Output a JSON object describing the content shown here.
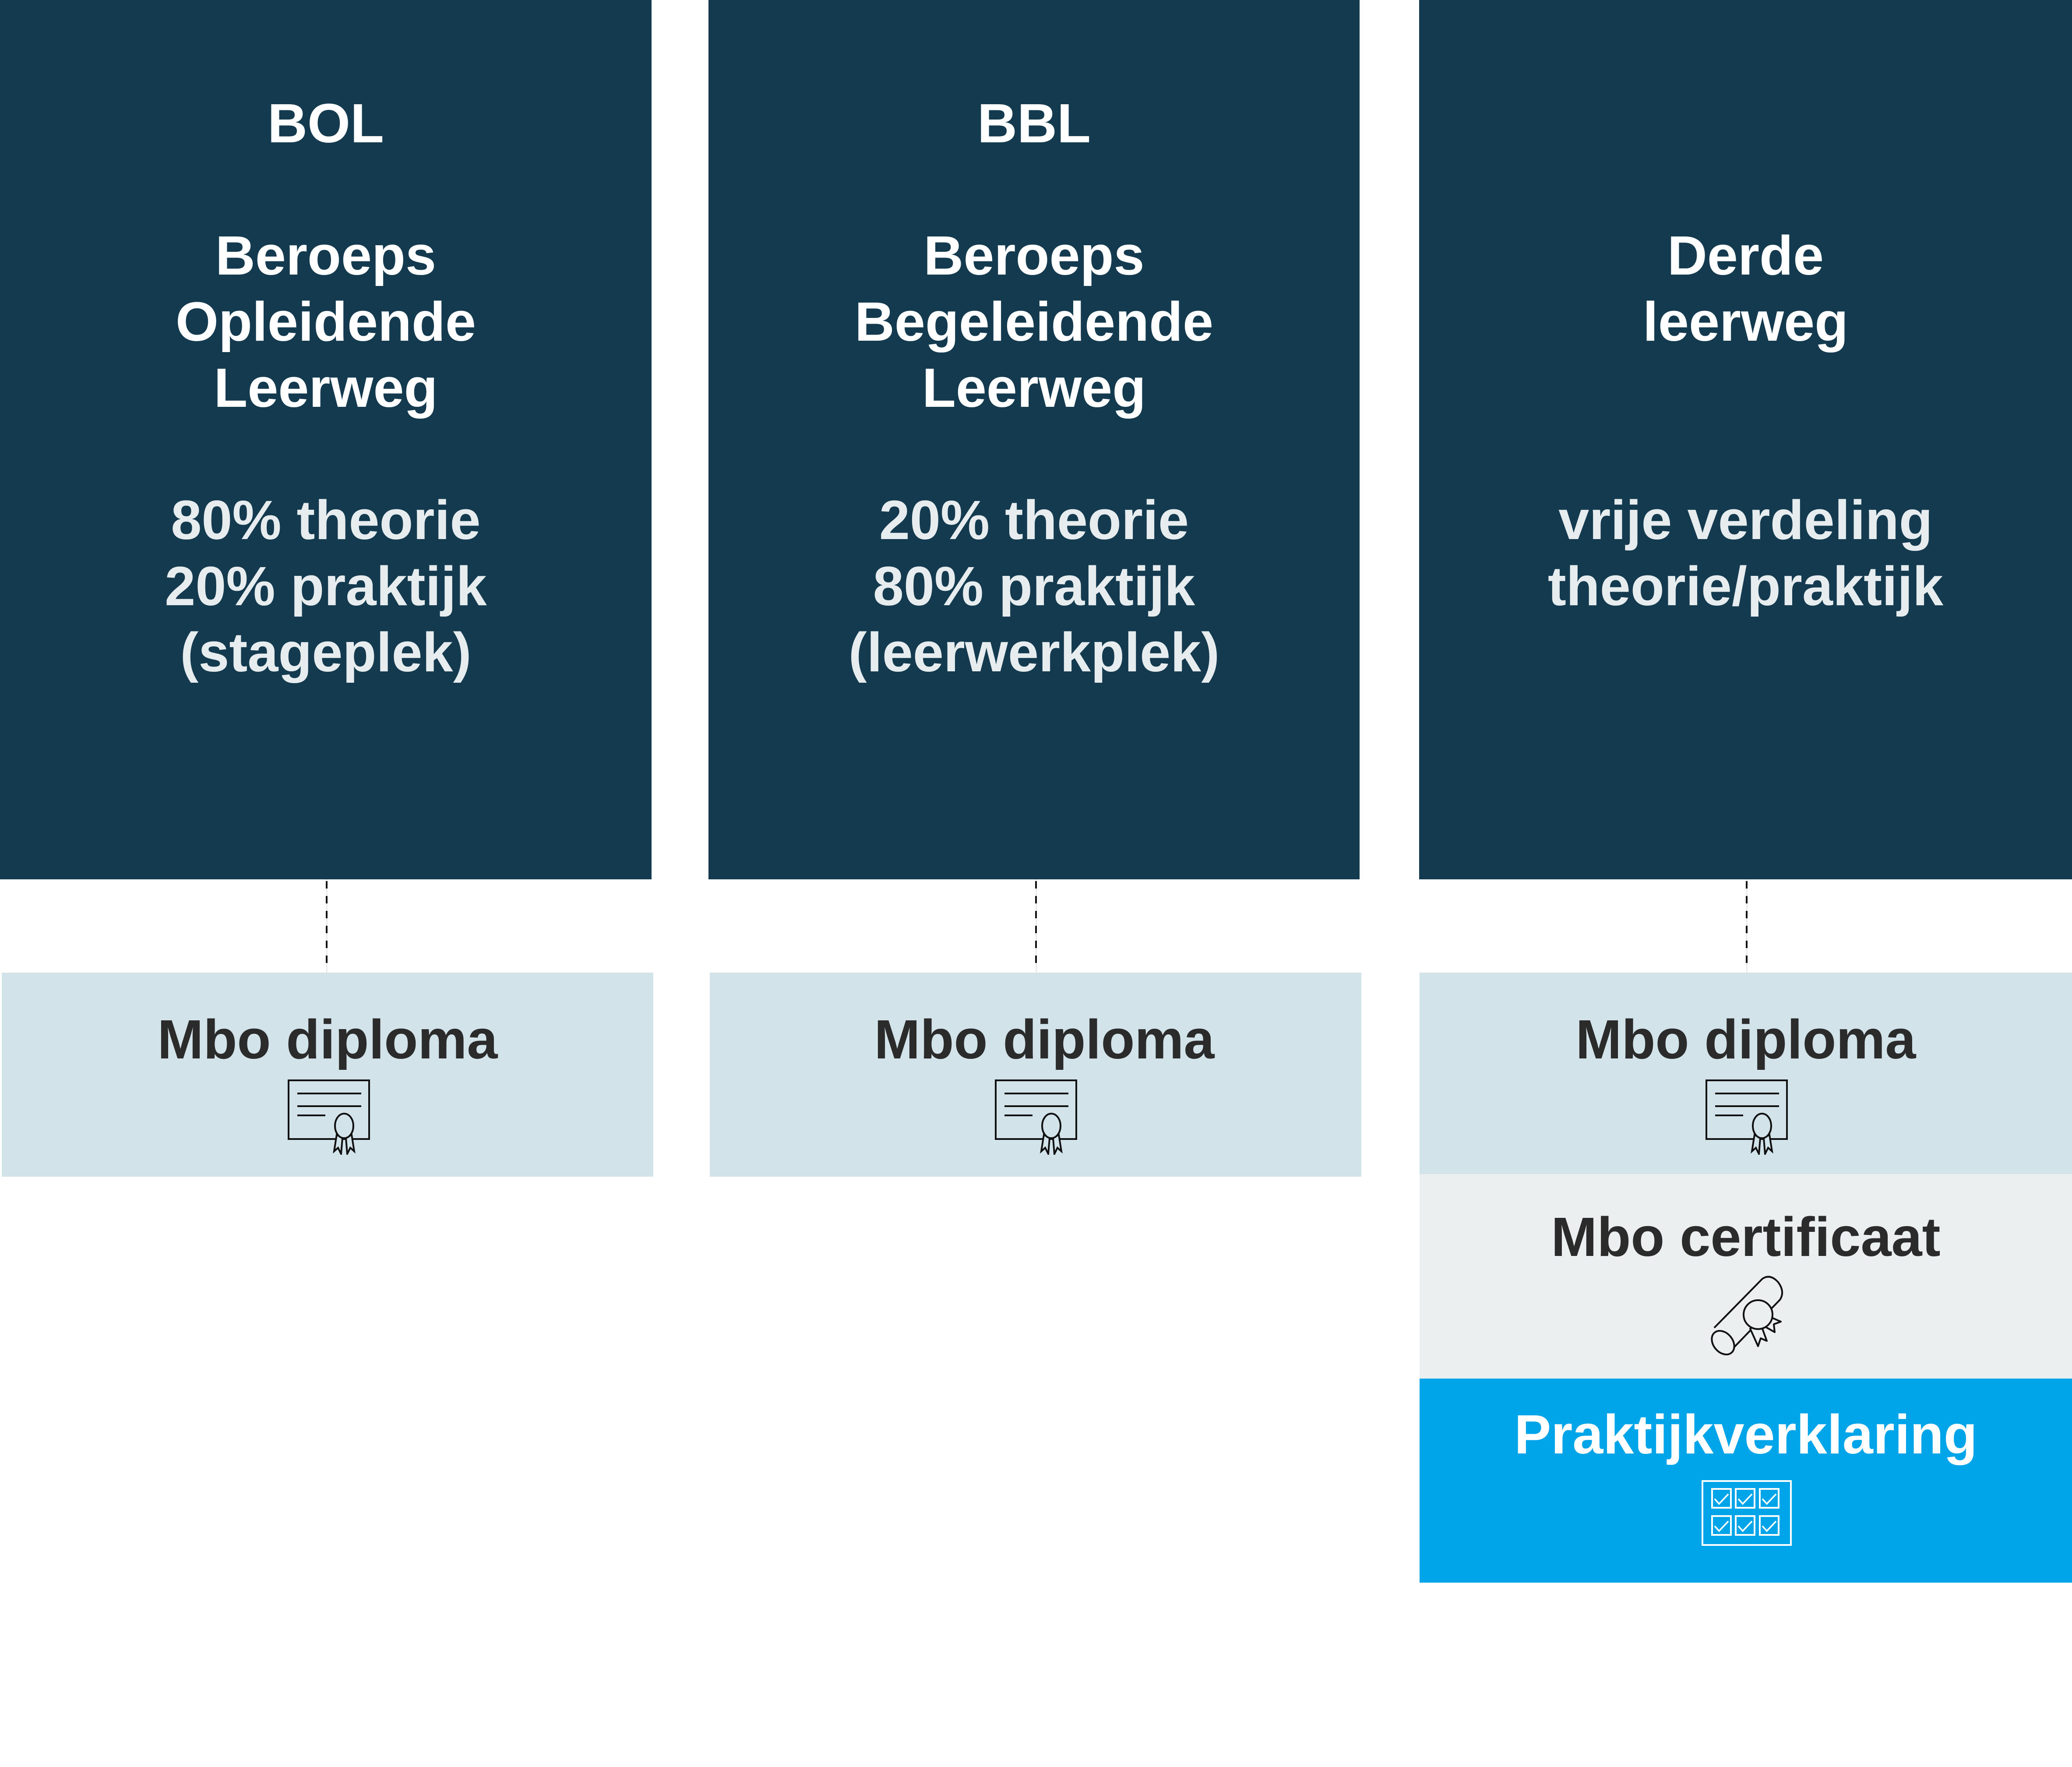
{
  "colors": {
    "navy": "#133a4f",
    "diploma_bg": "#d3e3ea",
    "certificate_bg": "#ebeff0",
    "practice_bg": "#00a4e8",
    "heading_text": "#ffffff",
    "ratio_text": "#e7edef",
    "dark_text": "#2b2b2b"
  },
  "columns": [
    {
      "id": "bol",
      "lines": [
        "BOL",
        "",
        "Beroeps",
        "Opleidende",
        "Leerweg",
        "",
        "80% theorie",
        "20% praktijk",
        "(stageplek)"
      ],
      "outcomes": [
        {
          "label": "Mbo diploma",
          "icon": "diploma-certificate-icon"
        }
      ]
    },
    {
      "id": "bbl",
      "lines": [
        "BBL",
        "",
        "Beroeps",
        "Begeleidende",
        "Leerweg",
        "",
        "20% theorie",
        "80% praktijk",
        "(leerwerkplek)"
      ],
      "outcomes": [
        {
          "label": "Mbo diploma",
          "icon": "diploma-certificate-icon"
        }
      ]
    },
    {
      "id": "derde-leerweg",
      "lines": [
        "",
        "",
        "Derde",
        "leerweg",
        "",
        "",
        "vrije verdeling",
        "theorie/praktijk",
        ""
      ],
      "outcomes": [
        {
          "label": "Mbo diploma",
          "icon": "diploma-certificate-icon"
        },
        {
          "label": "Mbo certificaat",
          "icon": "scroll-certificate-icon"
        },
        {
          "label": "Praktijkverklaring",
          "icon": "checklist-grid-icon"
        }
      ]
    }
  ]
}
